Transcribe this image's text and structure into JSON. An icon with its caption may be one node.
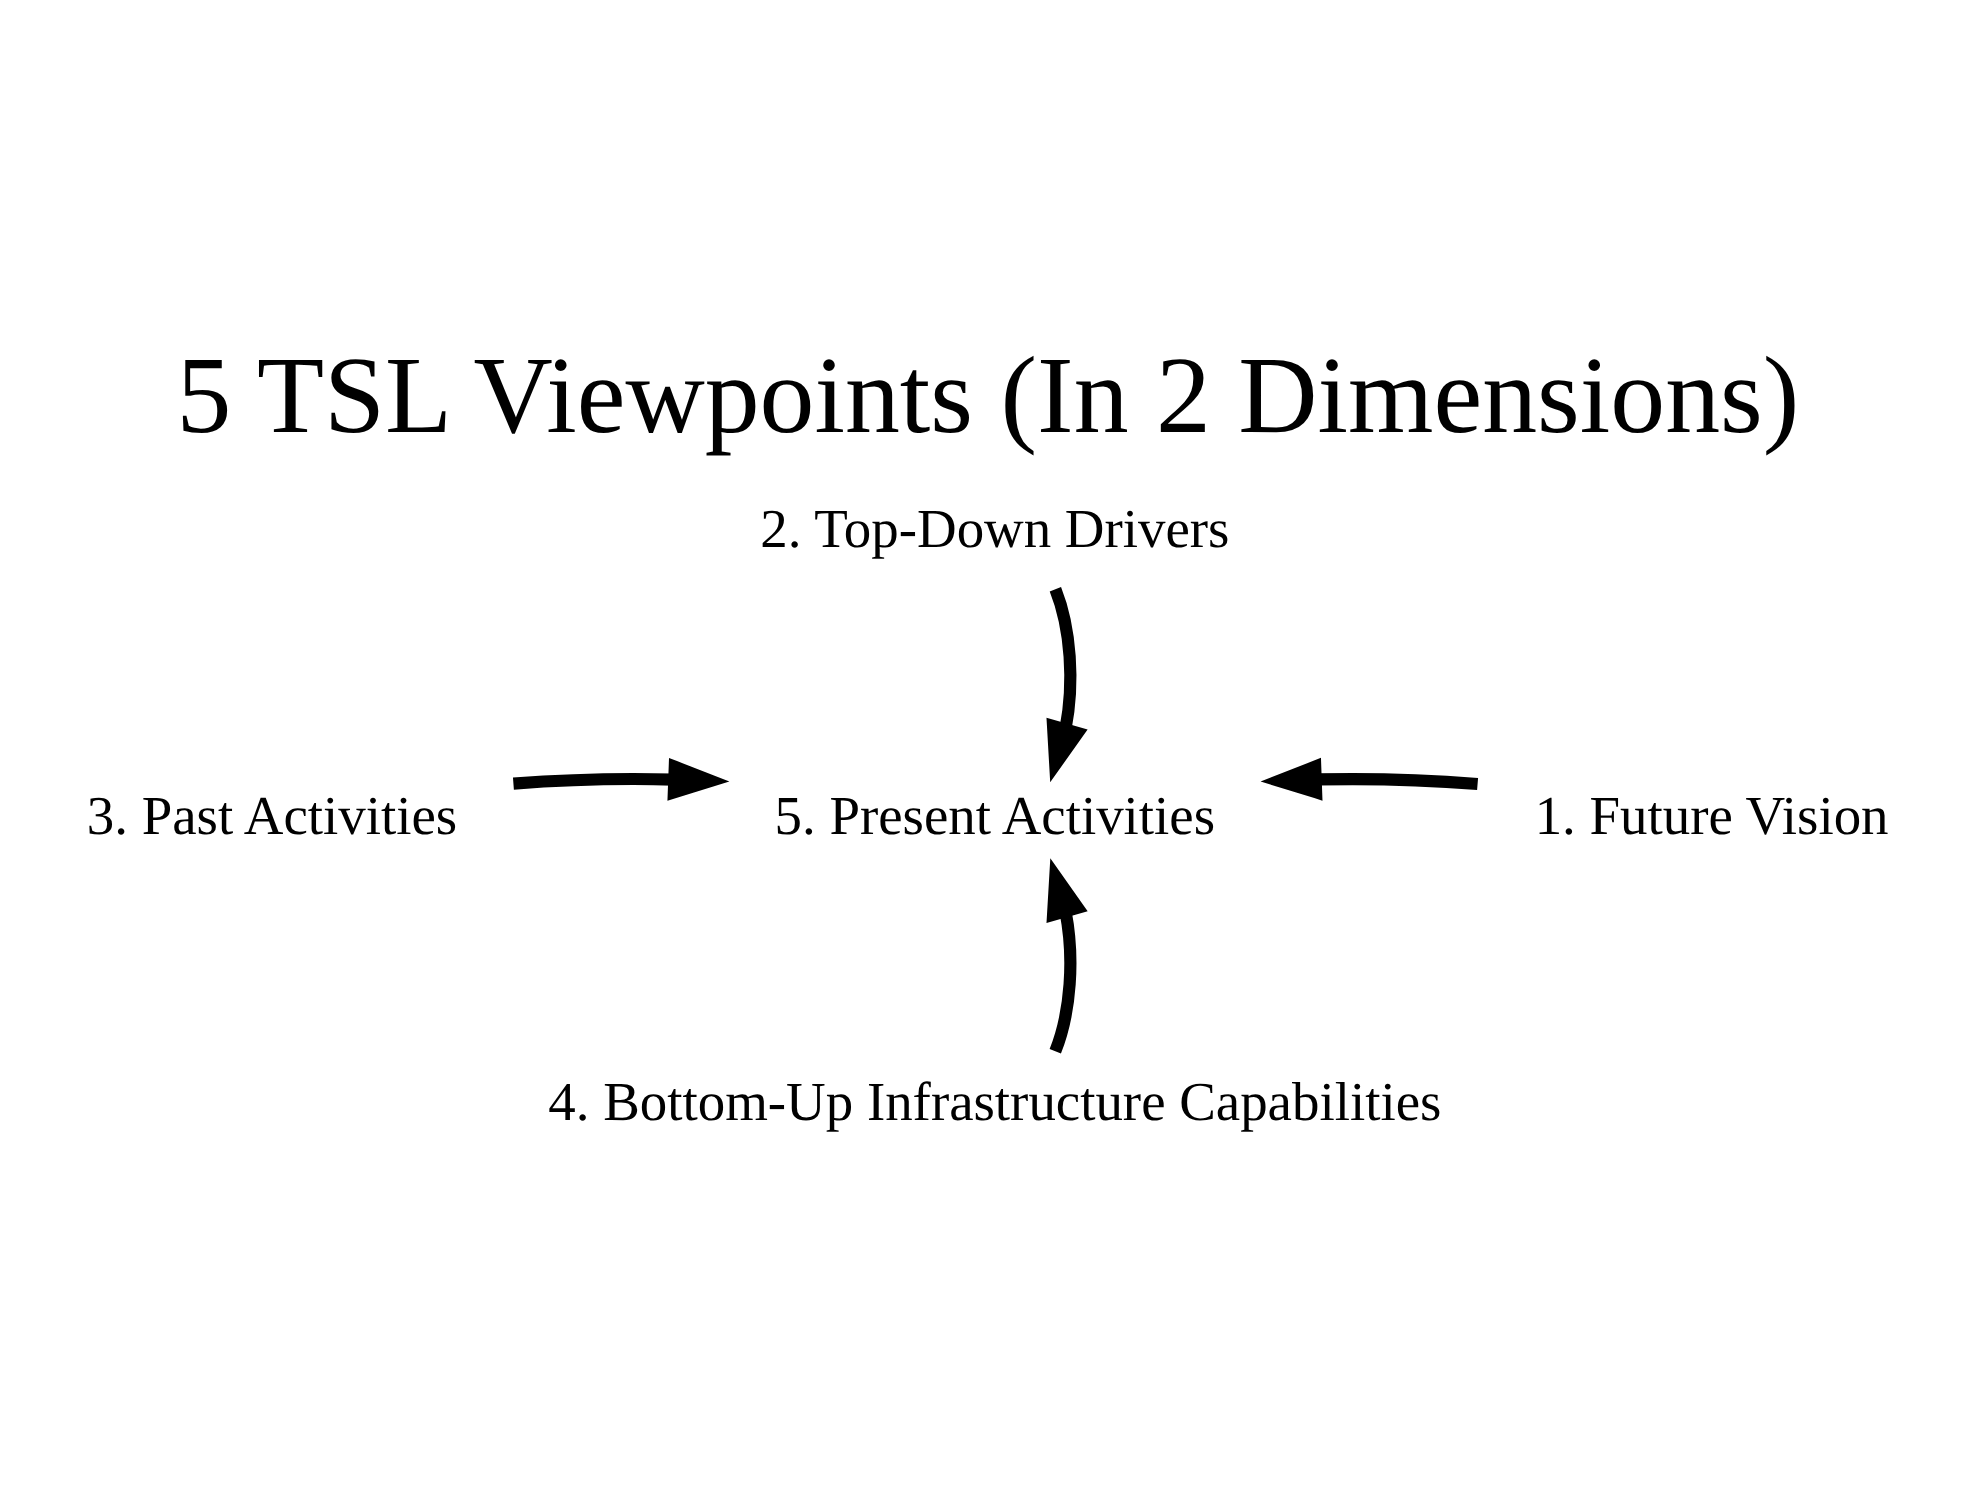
{
  "diagram": {
    "title": "5 TSL Viewpoints (In 2 Dimensions)",
    "nodes": [
      {
        "text": [
          "2. Top-Down Drivers"
        ]
      },
      {
        "text": [
          "3. Past Activities"
        ]
      },
      {
        "text": [
          "5. Present Activities"
        ]
      },
      {
        "text": [
          "1. Future Vision"
        ]
      },
      {
        "text": [
          "4. Bottom-Up Infrastructure Capabilities"
        ]
      }
    ],
    "edges": [
      {
        "from": 0,
        "to": 2,
        "arrow": "to"
      },
      {
        "from": 1,
        "to": 2,
        "arrow": "to"
      },
      {
        "from": 3,
        "to": 2,
        "arrow": "to"
      },
      {
        "from": 4,
        "to": 2,
        "arrow": "to"
      }
    ]
  }
}
